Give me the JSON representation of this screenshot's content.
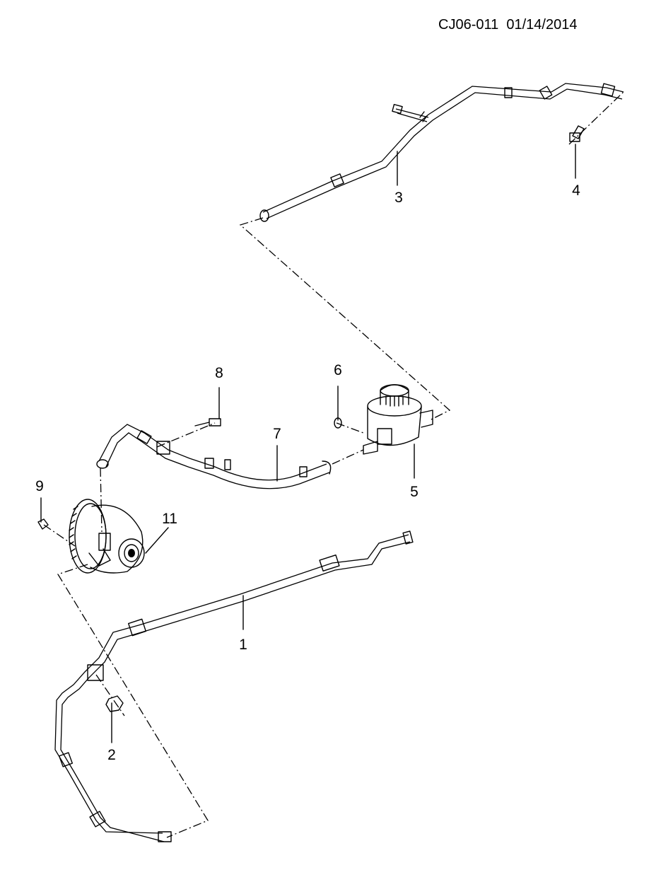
{
  "header": {
    "code": "CJ06-011",
    "date": "01/14/2014"
  },
  "callouts": [
    {
      "id": "1",
      "label": "1"
    },
    {
      "id": "2",
      "label": "2"
    },
    {
      "id": "3",
      "label": "3"
    },
    {
      "id": "4",
      "label": "4"
    },
    {
      "id": "5",
      "label": "5"
    },
    {
      "id": "6",
      "label": "6"
    },
    {
      "id": "7",
      "label": "7"
    },
    {
      "id": "8",
      "label": "8"
    },
    {
      "id": "9",
      "label": "9"
    },
    {
      "id": "11",
      "label": "11"
    }
  ]
}
